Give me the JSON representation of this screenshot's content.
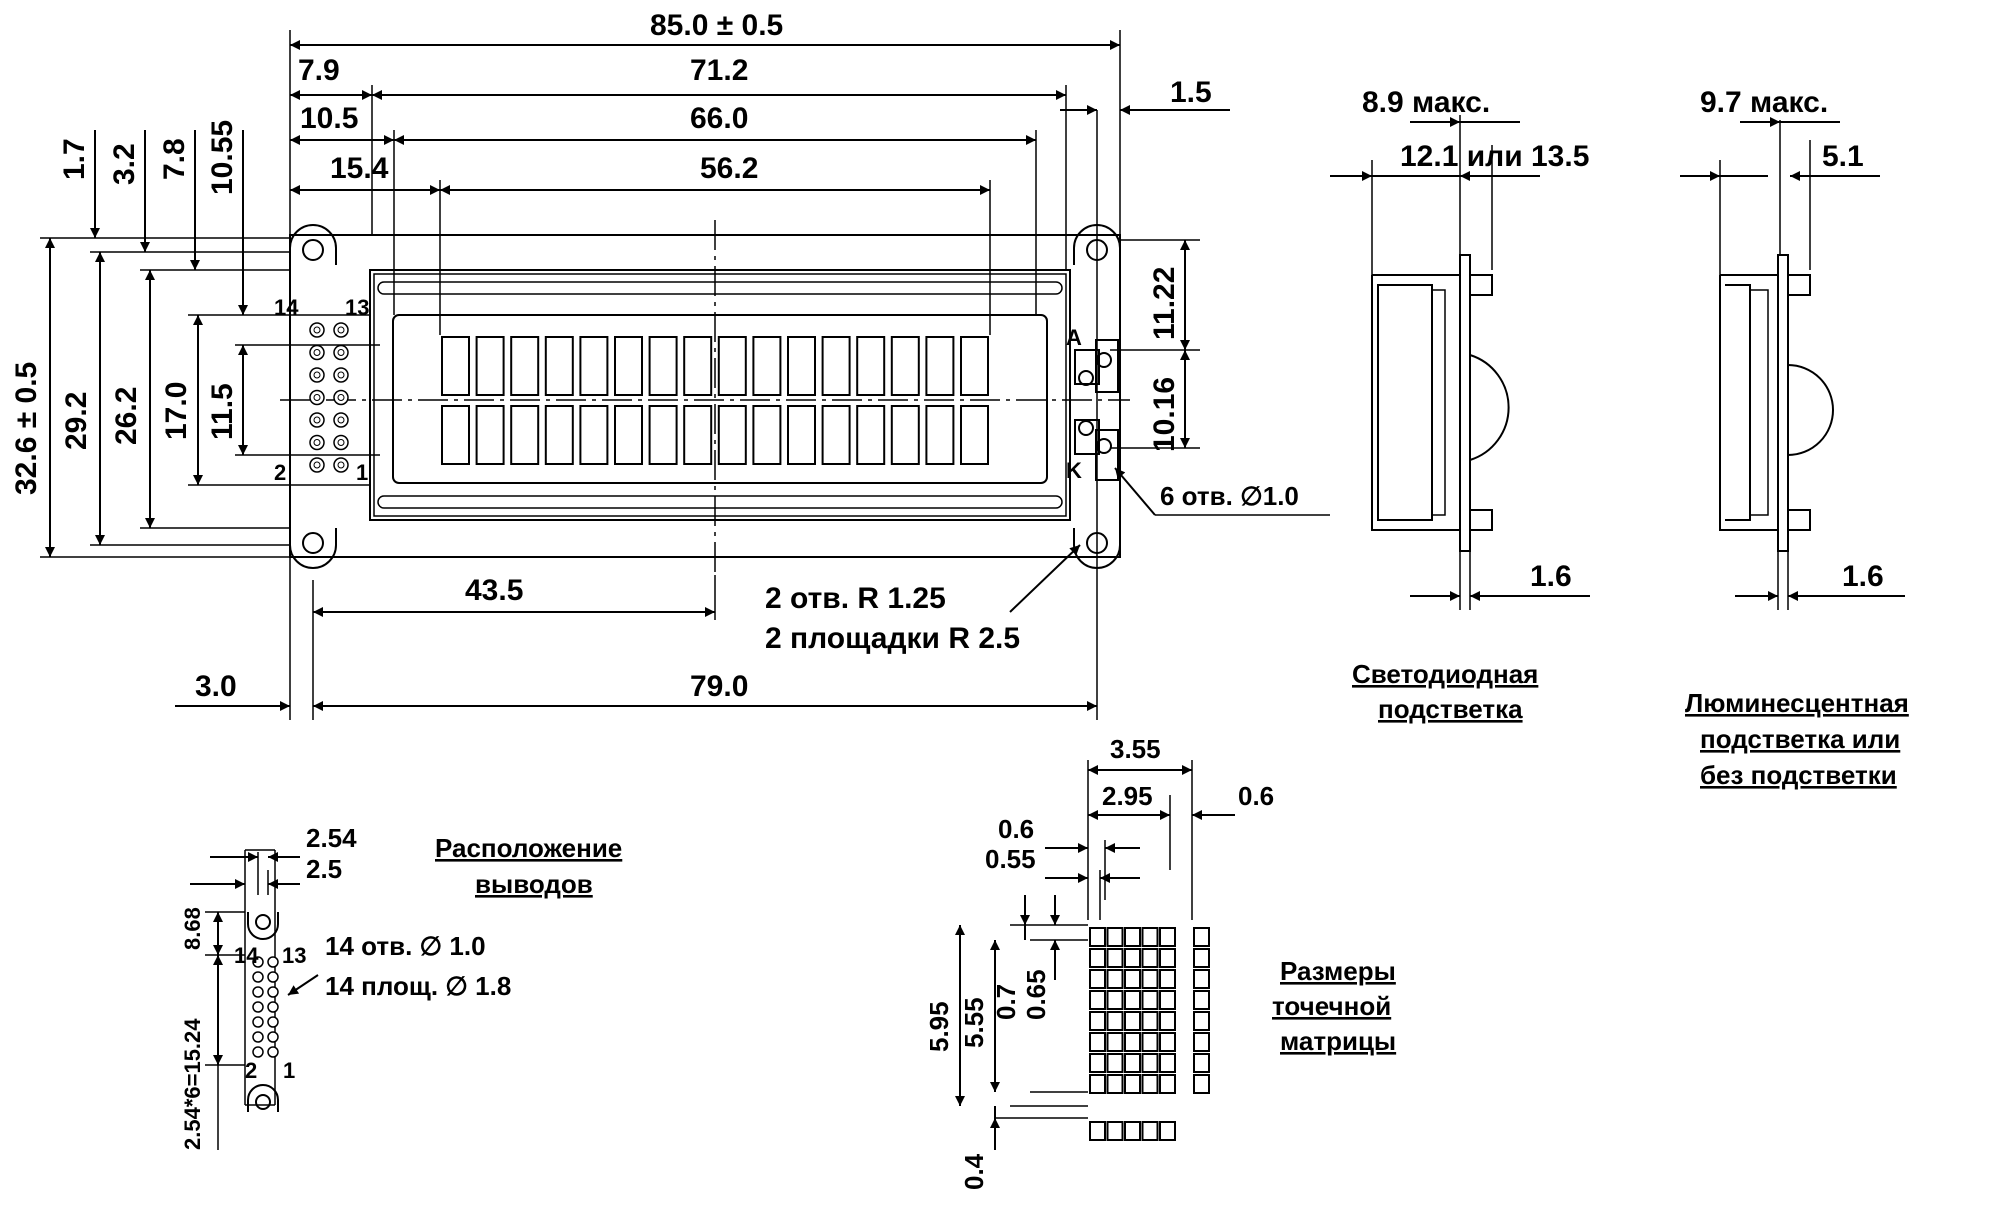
{
  "main_view": {
    "dims_top": [
      "85.0 ± 0.5",
      "7.9",
      "71.2",
      "10.5",
      "66.0",
      "15.4",
      "56.2",
      "1.5"
    ],
    "dims_left": [
      "1.7",
      "3.2",
      "7.8",
      "10.55",
      "32.6 ± 0.5",
      "29.2",
      "26.2",
      "17.0",
      "11.5"
    ],
    "dims_right": [
      "11.22",
      "10.16"
    ],
    "dims_bottom": [
      "43.5",
      "3.0",
      "79.0"
    ],
    "pin_labels": [
      "14",
      "13",
      "2",
      "1"
    ],
    "backlight_pins": [
      "A",
      "K"
    ],
    "notes": {
      "holes6": "6 отв. ∅1.0",
      "holes2": "2 отв. R 1.25",
      "pads2": "2 площадки R 2.5"
    }
  },
  "side_led": {
    "dims": [
      "8.9 макс.",
      "12.1 или 13.5",
      "1.6"
    ],
    "label": [
      "Светодиодная",
      "подстветка"
    ]
  },
  "side_lum": {
    "dims": [
      "9.7 макс.",
      "5.1",
      "1.6"
    ],
    "label": [
      "Люминесцентная",
      "подстветка или",
      "без подстветки"
    ]
  },
  "pinout": {
    "dims": [
      "2.54",
      "2.5",
      "8.68",
      "2.54*6=15.24"
    ],
    "notes": [
      "14 отв. ∅ 1.0",
      "14 площ. ∅ 1.8"
    ],
    "pin_labels": [
      "14",
      "13",
      "2",
      "1"
    ],
    "label": [
      "Расположение",
      "выводов"
    ]
  },
  "dot_matrix": {
    "dims": [
      "3.55",
      "2.95",
      "0.6",
      "0.6",
      "0.55",
      "0.7",
      "0.65",
      "5.95",
      "5.55",
      "0.4"
    ],
    "label": [
      "Размеры",
      "точечной",
      "матрицы"
    ]
  }
}
